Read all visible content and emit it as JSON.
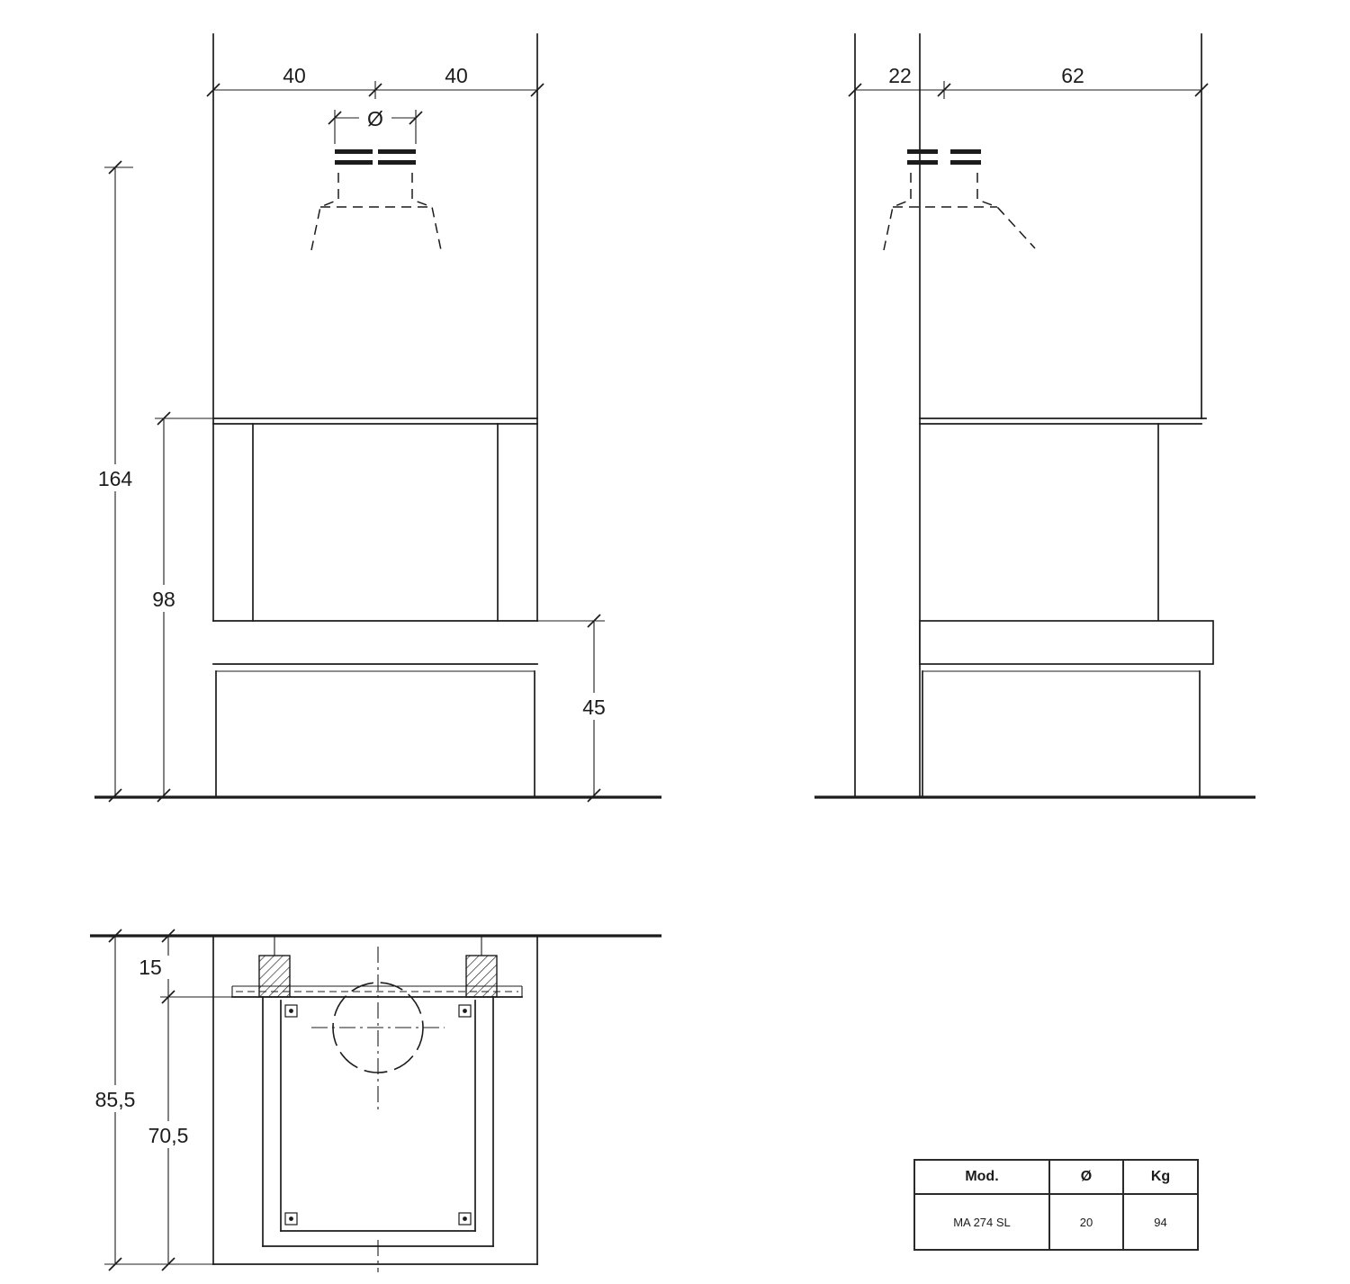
{
  "drawing": {
    "front_view": {
      "dim_width_left": "40",
      "dim_width_right": "40",
      "dim_flue_diameter": "Ø",
      "dim_total_height": "164",
      "dim_opening_height": "98",
      "dim_bench_height": "45"
    },
    "side_view": {
      "dim_flue_offset": "22",
      "dim_depth": "62"
    },
    "plan_view": {
      "dim_front_offset": "15",
      "dim_total_depth": "85,5",
      "dim_inner_depth": "70,5"
    }
  },
  "spec_table": {
    "headers": [
      "Mod.",
      "Ø",
      "Kg"
    ],
    "row": [
      "MA 274 SL",
      "20",
      "94"
    ]
  },
  "colors": {
    "line": "#1c1c1c",
    "background": "#ffffff"
  }
}
